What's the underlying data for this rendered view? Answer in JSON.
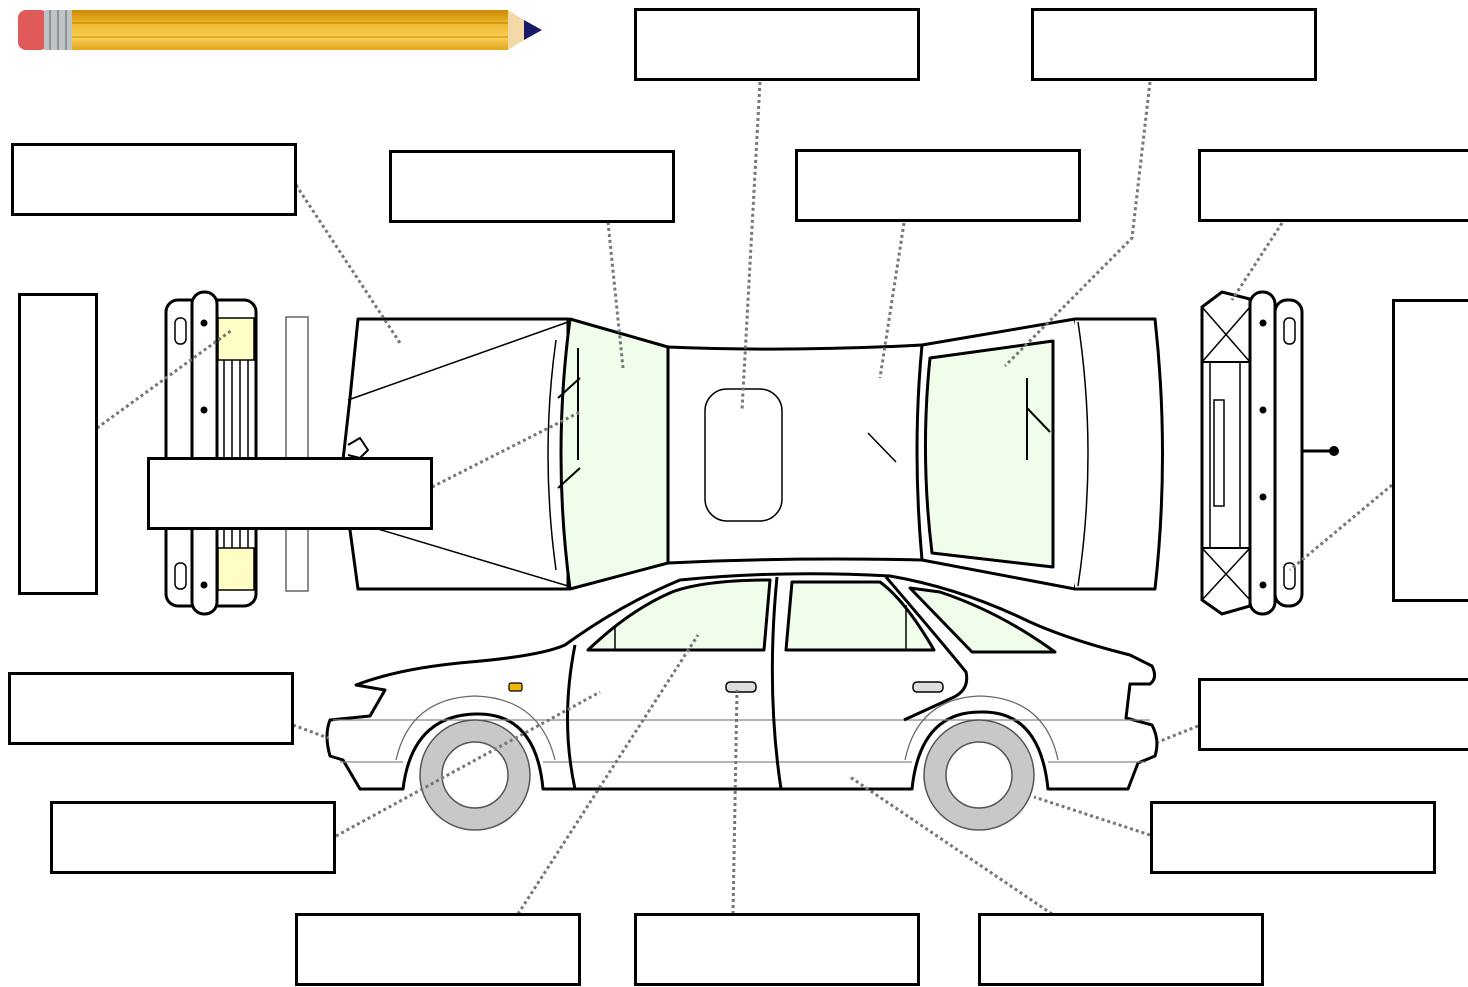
{
  "worksheet": {
    "labels": [
      {
        "id": "label-1",
        "text": ""
      },
      {
        "id": "label-2",
        "text": ""
      },
      {
        "id": "label-3",
        "text": ""
      },
      {
        "id": "label-4",
        "text": ""
      },
      {
        "id": "label-5",
        "text": ""
      },
      {
        "id": "label-6",
        "text": ""
      },
      {
        "id": "label-7",
        "text": ""
      },
      {
        "id": "label-8",
        "text": ""
      },
      {
        "id": "label-9",
        "text": ""
      },
      {
        "id": "label-10",
        "text": ""
      },
      {
        "id": "label-11",
        "text": ""
      },
      {
        "id": "label-12",
        "text": ""
      },
      {
        "id": "label-13",
        "text": ""
      },
      {
        "id": "label-14",
        "text": ""
      },
      {
        "id": "label-15",
        "text": ""
      },
      {
        "id": "label-16",
        "text": ""
      },
      {
        "id": "label-17",
        "text": ""
      }
    ],
    "icons": {
      "pencil": "pencil-icon"
    },
    "colors": {
      "glass": "#effdea",
      "lights": "#fffdc6",
      "indicator": "#f2b705",
      "tire": "#c8c8c8",
      "leader": "#777777",
      "outline": "#000000"
    }
  }
}
